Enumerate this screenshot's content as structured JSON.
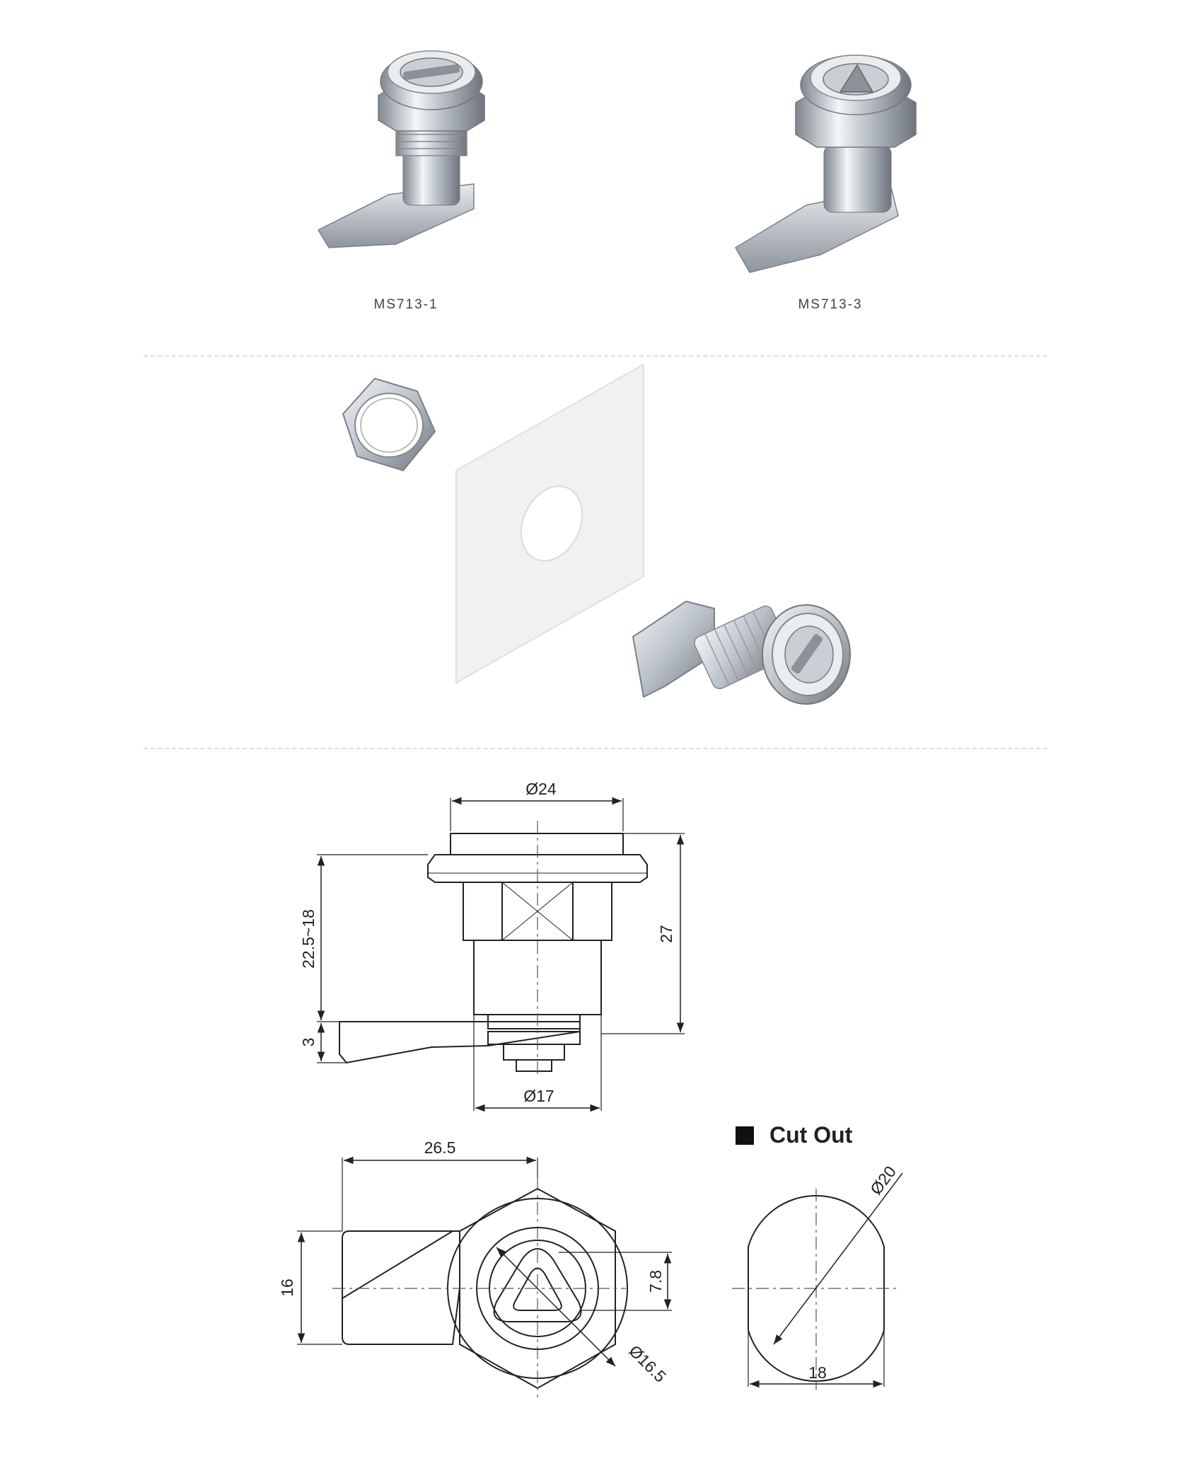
{
  "products": [
    {
      "model": "MS713-1",
      "head": "slot"
    },
    {
      "model": "MS713-3",
      "head": "triangle"
    }
  ],
  "drawing": {
    "side": {
      "head_diameter": "Ø24",
      "thickness_range": "22.5~18",
      "total_height": "27",
      "cam_thickness": "3",
      "body_diameter": "Ø17"
    },
    "top": {
      "cam_length": "26.5",
      "cam_width": "16",
      "triangle_key": "7.8",
      "inner_diameter": "Ø16.5"
    },
    "cutout": {
      "title": "Cut Out",
      "diameter": "Ø20",
      "flat_width": "18"
    }
  },
  "colors": {
    "line": "#222222",
    "metal_light": "#f4f6f8",
    "metal_dark": "#7e8690",
    "panel": "#eeeeee"
  }
}
